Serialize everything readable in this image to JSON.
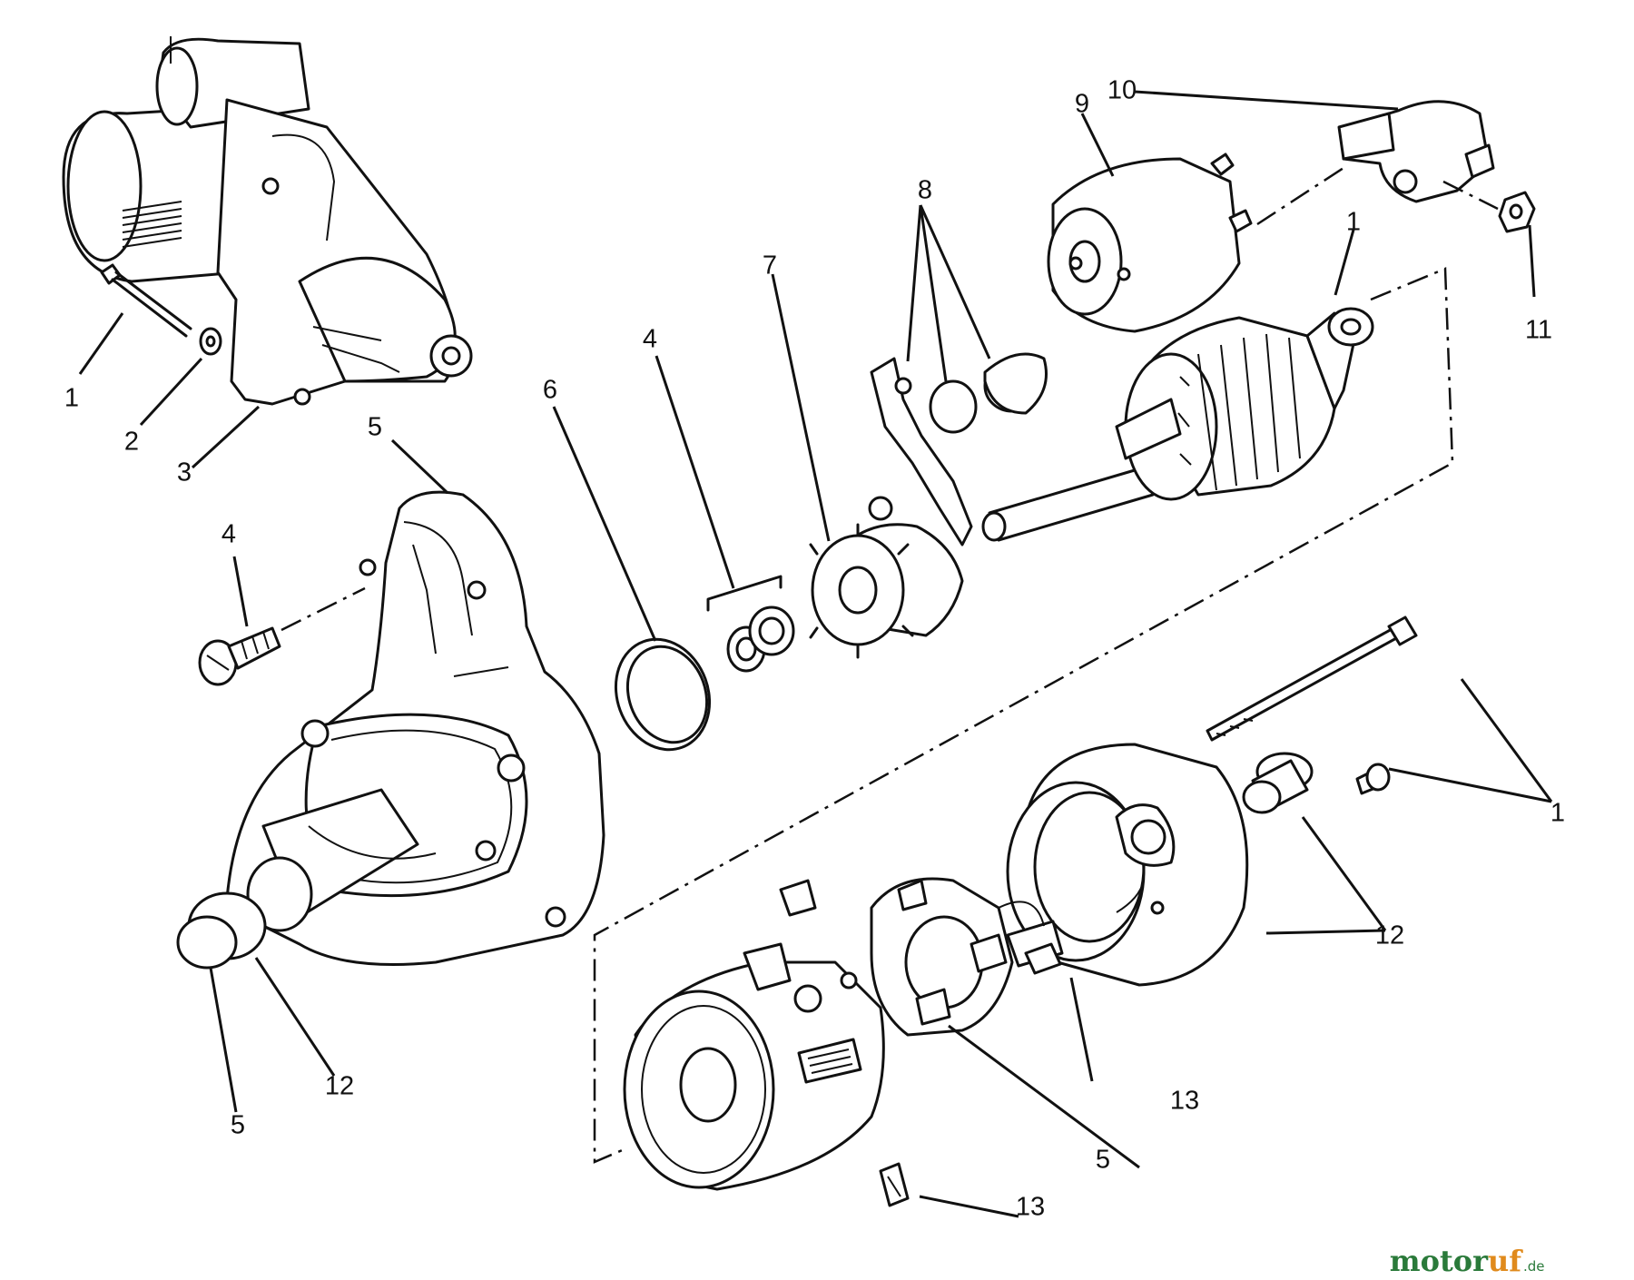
{
  "diagram": {
    "callouts": {
      "c1_bolt": "1",
      "c2_washer": "2",
      "c3_starter": "3",
      "c5_housing_top": "5",
      "c4_screw": "4",
      "c6_ring": "6",
      "c4_collars": "4",
      "c7_pinion": "7",
      "c8_lever": "8",
      "c9_solenoid": "9",
      "c10_cover": "10",
      "c11_nut": "11",
      "c1_bearing": "1",
      "c1_throughbolt": "1",
      "c12_bushing": "12",
      "c12_housing": "12",
      "c5_housing_bottom": "5",
      "c13_brush": "13",
      "c5_brushholder": "5",
      "c13_clip": "13"
    },
    "icons": {
      "starter": "starter-motor-icon",
      "housing": "drive-housing-icon",
      "armature": "armature-icon",
      "solenoid": "solenoid-icon",
      "endframe": "end-frame-icon",
      "yoke": "field-yoke-icon",
      "brushholder": "brush-holder-icon"
    }
  },
  "watermark": {
    "brand_main": "motor",
    "brand_accent": "uf",
    "brand_tld": ".de"
  }
}
